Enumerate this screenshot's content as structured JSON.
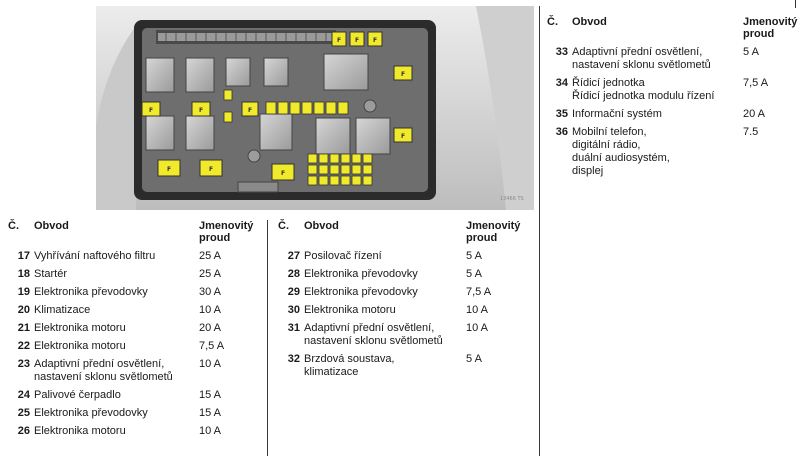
{
  "figure": {
    "code": "13466 TS"
  },
  "headers": {
    "number": "Č.",
    "circuit": "Obvod",
    "rating_line1": "Jmenovitý",
    "rating_line2": "proud"
  },
  "fusebox_labels": {
    "small_fuse": "F"
  },
  "tables": [
    {
      "rows": [
        {
          "no": "17",
          "name": [
            "Vyhřívání naftového filtru"
          ],
          "amp": "25 A"
        },
        {
          "no": "18",
          "name": [
            "Startér"
          ],
          "amp": "25 A"
        },
        {
          "no": "19",
          "name": [
            "Elektronika převodovky"
          ],
          "amp": "30 A"
        },
        {
          "no": "20",
          "name": [
            "Klimatizace"
          ],
          "amp": "10 A"
        },
        {
          "no": "21",
          "name": [
            "Elektronika motoru"
          ],
          "amp": "20 A"
        },
        {
          "no": "22",
          "name": [
            "Elektronika motoru"
          ],
          "amp": "7,5 A"
        },
        {
          "no": "23",
          "name": [
            "Adaptivní přední osvětlení,",
            "nastavení sklonu světlometů"
          ],
          "amp": "10 A"
        },
        {
          "no": "24",
          "name": [
            "Palivové čerpadlo"
          ],
          "amp": "15 A"
        },
        {
          "no": "25",
          "name": [
            "Elektronika převodovky"
          ],
          "amp": "15 A"
        },
        {
          "no": "26",
          "name": [
            "Elektronika motoru"
          ],
          "amp": "10 A"
        }
      ]
    },
    {
      "rows": [
        {
          "no": "27",
          "name": [
            "Posilovač řízení"
          ],
          "amp": "5 A"
        },
        {
          "no": "28",
          "name": [
            "Elektronika převodovky"
          ],
          "amp": "5 A"
        },
        {
          "no": "29",
          "name": [
            "Elektronika převodovky"
          ],
          "amp": "7,5 A"
        },
        {
          "no": "30",
          "name": [
            "Elektronika motoru"
          ],
          "amp": "10 A"
        },
        {
          "no": "31",
          "name": [
            "Adaptivní přední osvětlení,",
            "nastavení sklonu světlometů"
          ],
          "amp": "10 A"
        },
        {
          "no": "32",
          "name": [
            "Brzdová soustava,",
            "klimatizace"
          ],
          "amp": "5 A"
        }
      ]
    },
    {
      "rows": [
        {
          "no": "33",
          "name": [
            "Adaptivní přední osvětlení,",
            "nastavení sklonu světlometů"
          ],
          "amp": "5 A"
        },
        {
          "no": "34",
          "name": [
            "Řídicí jednotka",
            "Řídicí jednotka modulu řízení"
          ],
          "amp": "7,5 A"
        },
        {
          "no": "35",
          "name": [
            "Informační systém"
          ],
          "amp": "20 A"
        },
        {
          "no": "36",
          "name": [
            "Mobilní telefon,",
            "digitální rádio,",
            "duální audiosystém,",
            "displej"
          ],
          "amp": "7.5"
        }
      ]
    }
  ]
}
